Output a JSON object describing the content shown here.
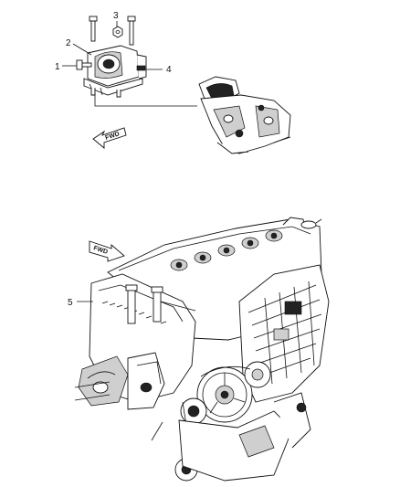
{
  "callouts": [
    {
      "id": "1",
      "label": "1"
    },
    {
      "id": "2",
      "label": "2"
    },
    {
      "id": "3",
      "label": "3"
    },
    {
      "id": "4",
      "label": "4"
    },
    {
      "id": "5",
      "label": "5"
    }
  ],
  "fwd_arrows": [
    {
      "label": "FWD"
    },
    {
      "label": "FWD"
    }
  ],
  "colors": {
    "line": "#111111",
    "background": "#ffffff",
    "shade": "#cfcfcf"
  }
}
